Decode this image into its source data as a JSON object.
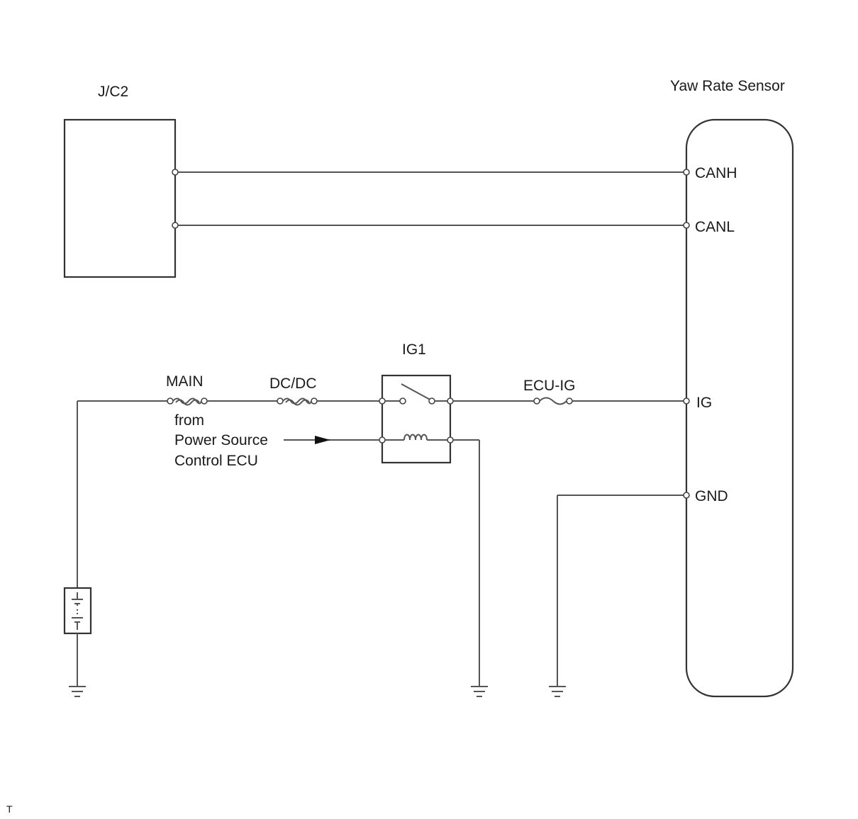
{
  "components": {
    "jc2": "J/C2",
    "yaw_rate_sensor": "Yaw Rate Sensor",
    "ig1_relay": "IG1"
  },
  "terminals": {
    "canh": "CANH",
    "canl": "CANL",
    "ig": "IG",
    "gnd": "GND"
  },
  "fuses": {
    "main": "MAIN",
    "dcdc": "DC/DC",
    "ecu_ig": "ECU-IG"
  },
  "signal_source": {
    "line1": "from",
    "line2": "Power Source",
    "line3": "Control ECU"
  },
  "footer_mark": "T"
}
